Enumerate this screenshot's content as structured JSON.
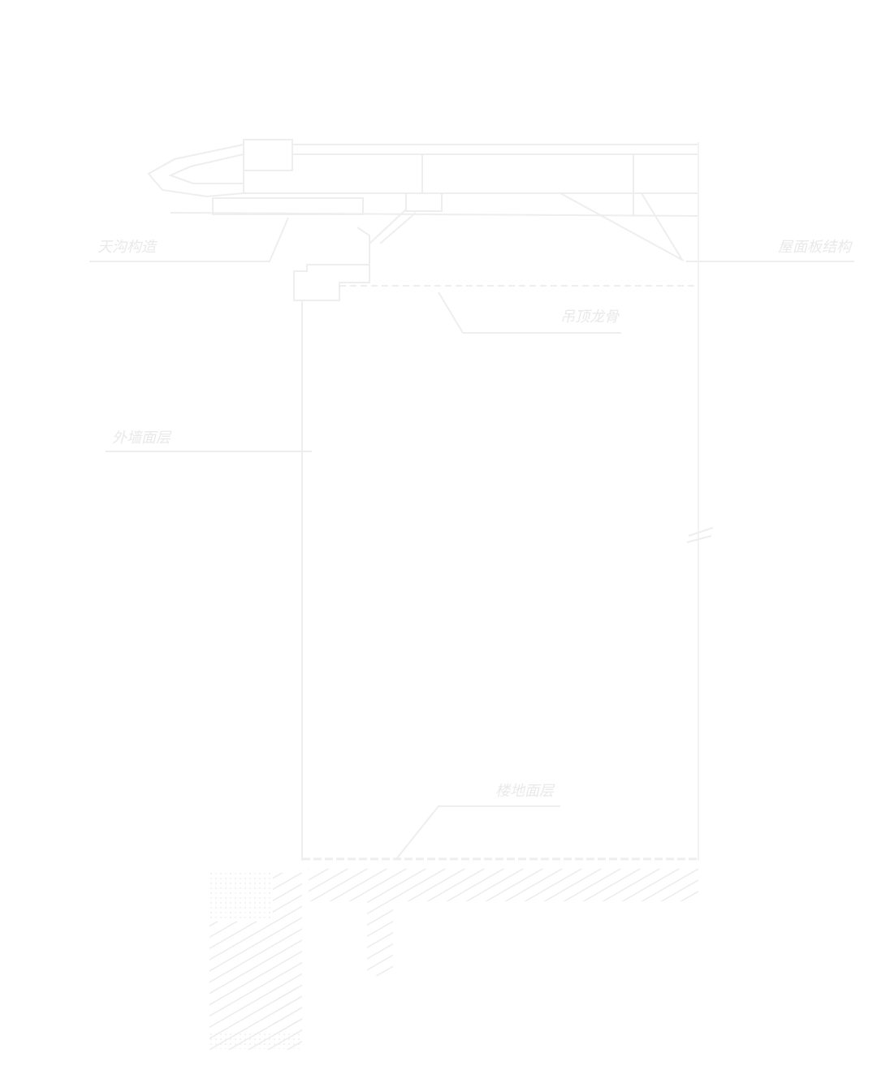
{
  "colors": {
    "background": "#ffffff",
    "ink": "#eeeeee",
    "label": "#e9e9e9",
    "hatch": "#ececec"
  },
  "labels": {
    "roof_left": "天沟构造",
    "roof_right": "屋面板结构",
    "ceiling": "吊顶龙骨",
    "wall": "外墙面层",
    "floor": "楼地面层"
  }
}
